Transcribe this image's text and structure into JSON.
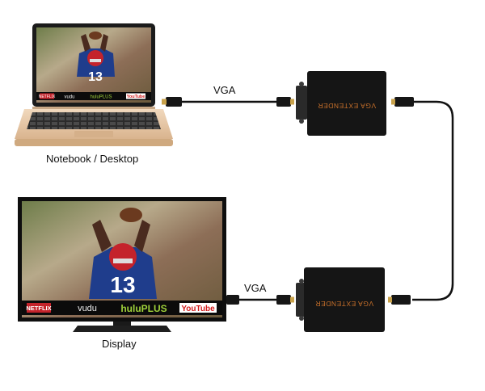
{
  "labels": {
    "notebook": "Notebook / Desktop",
    "display": "Display",
    "vga_top": "VGA",
    "vga_bottom": "VGA",
    "extender_top": "VGA EXTENDER",
    "extender_bottom": "VGA EXTENDER"
  },
  "app_bar": {
    "netflix": "NETFLIX",
    "vudu": "vudu",
    "hulu": "huluPLUS",
    "youtube": "YouTube"
  },
  "jersey_number": "13",
  "colors": {
    "extender_body": "#151515",
    "extender_text": "#c8702a",
    "cable": "#111111",
    "connector_tip": "#c9a24a",
    "laptop_body": "#e7c9a6",
    "jersey": "#1f3d8c",
    "helmet": "#c4232b",
    "netflix": "#c4232b",
    "youtube_red": "#d11a1a"
  },
  "icons": {
    "laptop": "laptop-icon",
    "tv": "tv-icon",
    "extender": "vga-extender-icon",
    "cable": "vga-cable"
  }
}
